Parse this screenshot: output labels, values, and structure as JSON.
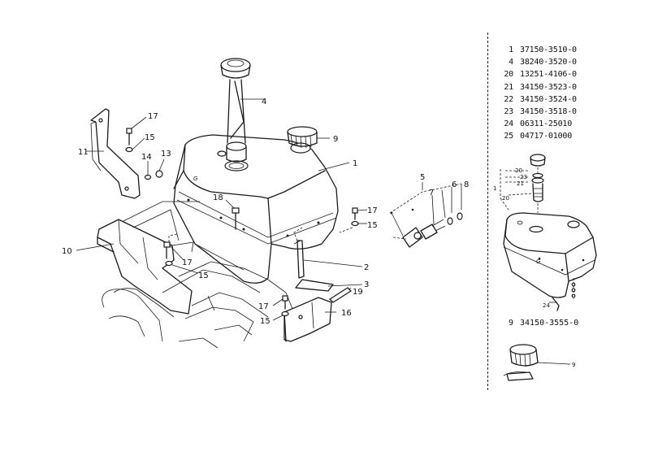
{
  "callouts": {
    "c1": "1",
    "c2": "2",
    "c3": "3",
    "c4": "4",
    "c5": "5",
    "c6": "6",
    "c7": "7",
    "c8": "8",
    "c9": "9",
    "c10": "10",
    "c11": "11",
    "c13": "13",
    "c14": "14",
    "c15a": "15",
    "c15b": "15",
    "c15c": "15",
    "c15d": "15",
    "c16": "16",
    "c17a": "17",
    "c17b": "17",
    "c17c": "17",
    "c17d": "17",
    "c18": "18",
    "c19": "19",
    "s20": "20",
    "s23": "23",
    "s21": "21",
    "s20b": "20",
    "s1": "1",
    "s24": "24",
    "s9": "9"
  },
  "parts_list": [
    {
      "num": "1",
      "part": "37150-3510-0"
    },
    {
      "num": "4",
      "part": "38240-3520-0"
    },
    {
      "num": "20",
      "part": "13251-4106-0"
    },
    {
      "num": "21",
      "part": "34150-3523-0"
    },
    {
      "num": "22",
      "part": "34150-3524-0"
    },
    {
      "num": "23",
      "part": "34150-3518-0"
    },
    {
      "num": "24",
      "part": "06311-25010"
    },
    {
      "num": "25",
      "part": "04717-01000"
    }
  ],
  "extra_part": {
    "num": "9",
    "part": "34150-3555-0"
  }
}
